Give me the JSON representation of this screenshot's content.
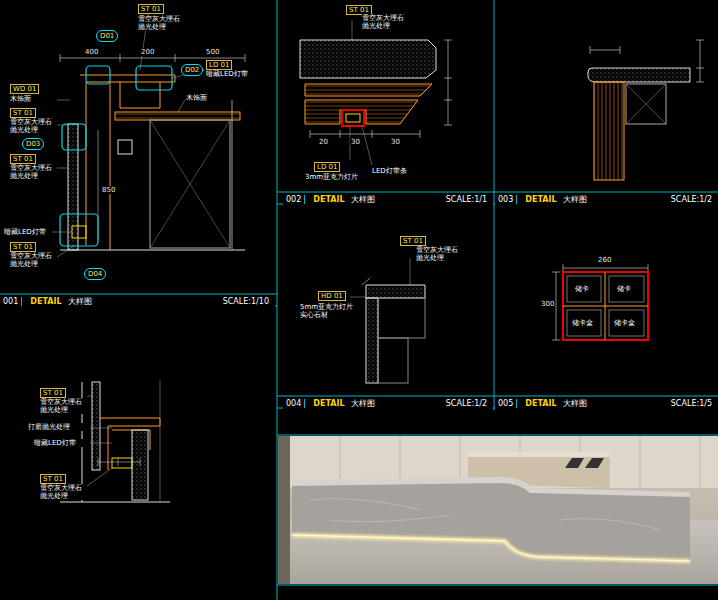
{
  "diagram": {
    "nodes": [
      {
        "text": [
          "001",
          "DETAIL",
          "大样图",
          "SCALE:1/10"
        ]
      },
      {
        "text": [
          "002",
          "DETAIL",
          "大样图",
          "SCALE:1/1"
        ]
      },
      {
        "text": [
          "003",
          "DETAIL",
          "大样图",
          "SCALE:1/2"
        ]
      },
      {
        "text": [
          "004",
          "DETAIL",
          "大样图",
          "SCALE:1/2"
        ]
      },
      {
        "text": [
          "005",
          "DETAIL",
          "大样图",
          "SCALE:1/5"
        ]
      }
    ],
    "labels": [
      "ST 01",
      "雪空灰大理石 抛光处理",
      "D01",
      "400",
      "200",
      "500",
      "LD 01",
      "暗藏LED灯带",
      "D02",
      "木饰面",
      "WD 01",
      "木饰面",
      "ST 01",
      "雪空灰大理石 抛光处理",
      "D03",
      "ST 01",
      "雪空灰大理石 抛光处理",
      "850",
      "暗藏LED灯带",
      "ST 01",
      "雪空灰大理石 抛光处理",
      "D04",
      "ST 01",
      "雪空灰大理石 抛光处理",
      "打磨抛光处理",
      "暗藏LED灯带",
      "ST 01",
      "雪空灰大理石 抛光处理",
      "ST 01",
      "雪空灰大理石 抛光处理",
      "LD 01",
      "3mm亚克力灯片",
      "LED灯带条",
      "20",
      "30",
      "30",
      "ST 01",
      "雪空灰大理石 抛光处理",
      "HD 01",
      "5mm亚克力灯片 实心石材",
      "260",
      "300",
      "储卡",
      "储卡",
      "储卡盒",
      "储卡盒"
    ]
  }
}
